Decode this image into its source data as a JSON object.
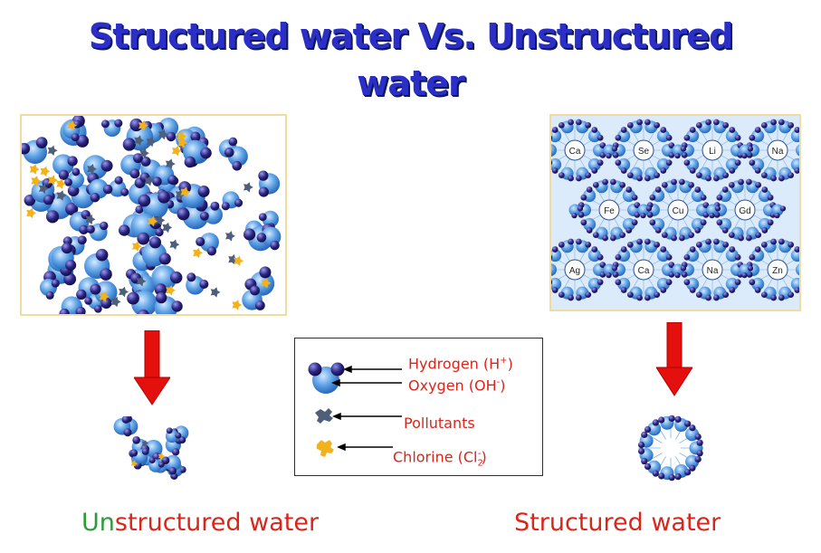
{
  "title": {
    "line1": "Structured water Vs. Unstructured",
    "line2": "water",
    "color": "#2b2fc8"
  },
  "panel_structured": {
    "ions_row1": [
      "Ca",
      "Se",
      "Li",
      "Na"
    ],
    "ions_row2": [
      "Fe",
      "Cu",
      "Gd"
    ],
    "ions_row3": [
      "Ag",
      "Ca",
      "Na",
      "Zn"
    ]
  },
  "legend": {
    "hydrogen": "Hydrogen (H",
    "hydrogen_sup": "+",
    "hydrogen_end": ")",
    "oxygen": "Oxygen (OH",
    "oxygen_sup": "-",
    "oxygen_end": ")",
    "pollutants": "Pollutants",
    "chlorine": "Chlorine (Cl",
    "chlorine_sub": "2",
    "chlorine_sup": "-",
    "chlorine_end": ")"
  },
  "captions": {
    "unstructured_prefix": "Un",
    "unstructured_rest": "structured water",
    "structured": "Structured water"
  },
  "colors": {
    "label_red": "#d9261c",
    "prefix_green": "#2e9a3a",
    "arrow_red": "#e4100e",
    "panel_border": "#f0dca0",
    "oxygen_blue": "#4a8fd6",
    "hydrogen_navy": "#241f72",
    "pollutant_gray": "#4f5f7a",
    "chlorine_yellow": "#f2b21c"
  }
}
